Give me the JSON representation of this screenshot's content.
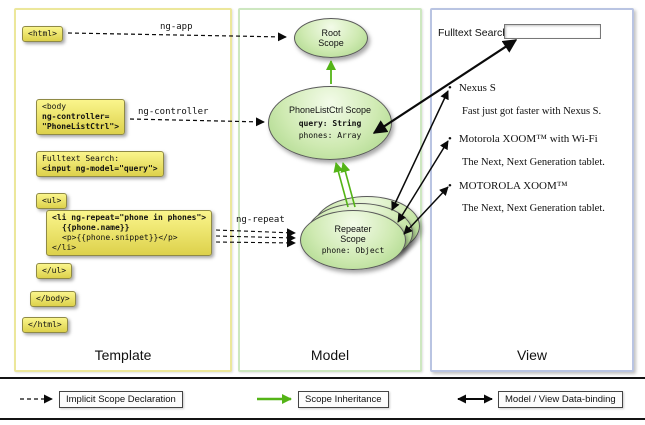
{
  "panels": {
    "template": "Template",
    "model": "Model",
    "view": "View"
  },
  "code": {
    "html_open": "<html>",
    "body_open": {
      "tag": "<body",
      "attr1": "ng-controller=",
      "attr2": "\"PhoneListCtrl\">"
    },
    "fulltext": {
      "label": "Fulltext Search:",
      "input": "<input ng-model=\"query\">"
    },
    "ul_open": "<ul>",
    "li": {
      "open": "<li ng-repeat=\"phone in phones\">",
      "name": "{{phone.name}}",
      "snippet": "<p>{{phone.snippet}}</p>",
      "close": "</li>"
    },
    "ul_close": "</ul>",
    "body_close": "</body>",
    "html_close": "</html>"
  },
  "arrow_labels": {
    "ng_app": "ng-app",
    "ng_controller": "ng-controller",
    "ng_repeat": "ng-repeat"
  },
  "scopes": {
    "root": "Root Scope",
    "phonelist": {
      "title": "PhoneListCtrl Scope",
      "prop1": "query: String",
      "prop2": "phones: Array"
    },
    "repeater": {
      "title": "Repeater Scope",
      "prop": "phone: Object"
    }
  },
  "view": {
    "search_label": "Fulltext Search:",
    "input_value": "",
    "items": [
      {
        "title": "Nexus S",
        "desc": "Fast just got faster with Nexus S."
      },
      {
        "title": "Motorola XOOM™ with Wi-Fi",
        "desc": "The Next, Next Generation tablet."
      },
      {
        "title": "MOTOROLA XOOM™",
        "desc": "The Next, Next Generation tablet."
      }
    ]
  },
  "legend": {
    "implicit": "Implicit Scope Declaration",
    "inheritance": "Scope Inheritance",
    "binding": "Model / View Data-binding"
  },
  "colors": {
    "green_arrow": "#54b417",
    "code_box_yellow": "#f5ef7a",
    "scope_green": "#b9df99",
    "template_border": "#ece79b",
    "model_border": "#cde7c0",
    "view_border": "#b9c4e2"
  }
}
